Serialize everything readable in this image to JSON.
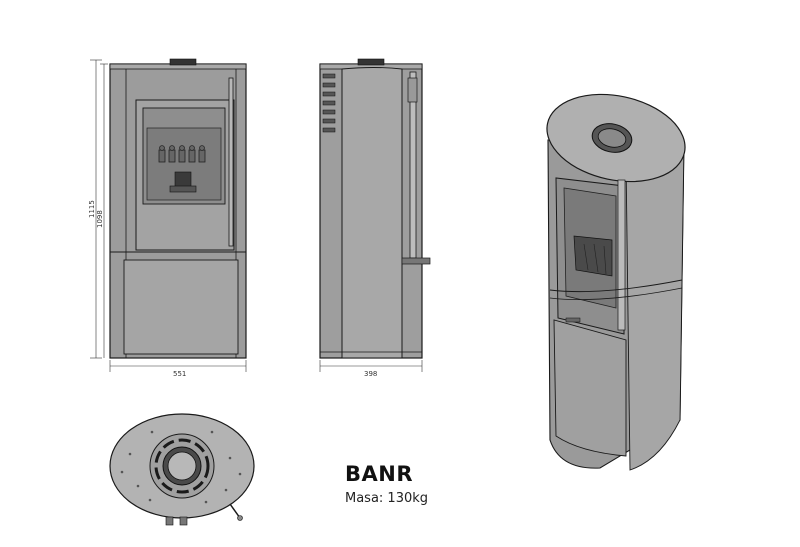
{
  "product": {
    "name": "BANR",
    "mass_text": "Masa: 130kg"
  },
  "dimensions": {
    "width": "551",
    "depth": "398",
    "height_total": "1115",
    "height_body": "1098"
  },
  "views": [
    "front-view",
    "side-view",
    "top-view",
    "perspective-view"
  ],
  "colors": {
    "body": "#9a9a9a",
    "body_light": "#b3b3b3",
    "outline": "#1a1a1a",
    "dark": "#2a2a2a"
  }
}
